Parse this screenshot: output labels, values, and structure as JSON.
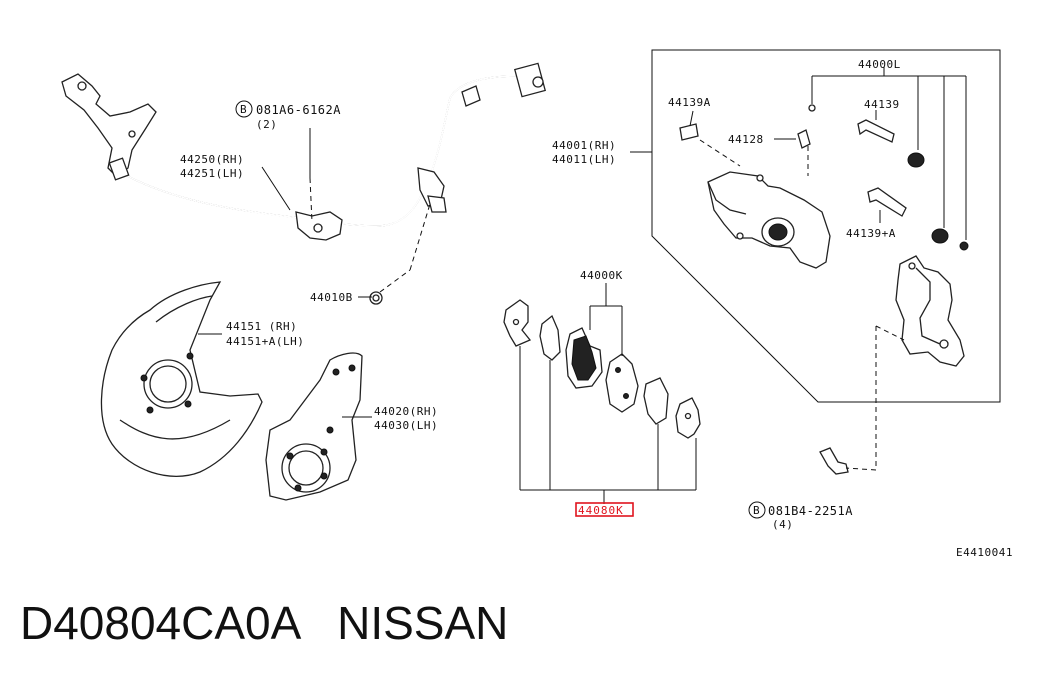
{
  "labels": {
    "bolt_a": "081A6-6162A",
    "bolt_a_qty": "(2)",
    "hose_rh": "44250(RH)",
    "hose_lh": "44251(LH)",
    "bolt_44010b": "44010B",
    "plate_rh": "44151  (RH)",
    "plate_lh": "44151+A(LH)",
    "baffle_rh": "44020(RH)",
    "baffle_lh": "44030(LH)",
    "caliper_rh": "44001(RH)",
    "caliper_lh": "44011(LH)",
    "pin_44139a": "44139A",
    "bleeder_44128": "44128",
    "kit_44000l": "44000L",
    "pin_44139": "44139",
    "pin_44139_a": "44139+A",
    "pad_kit": "44000K",
    "hw_kit": "44080K",
    "bolt_b": "081B4-2251A",
    "bolt_b_qty": "(4)",
    "b_symbol": "B",
    "diagram_code": "E4410041"
  },
  "caption": "D40804CA0A   NISSAN",
  "highlight_color": "#e0141e"
}
